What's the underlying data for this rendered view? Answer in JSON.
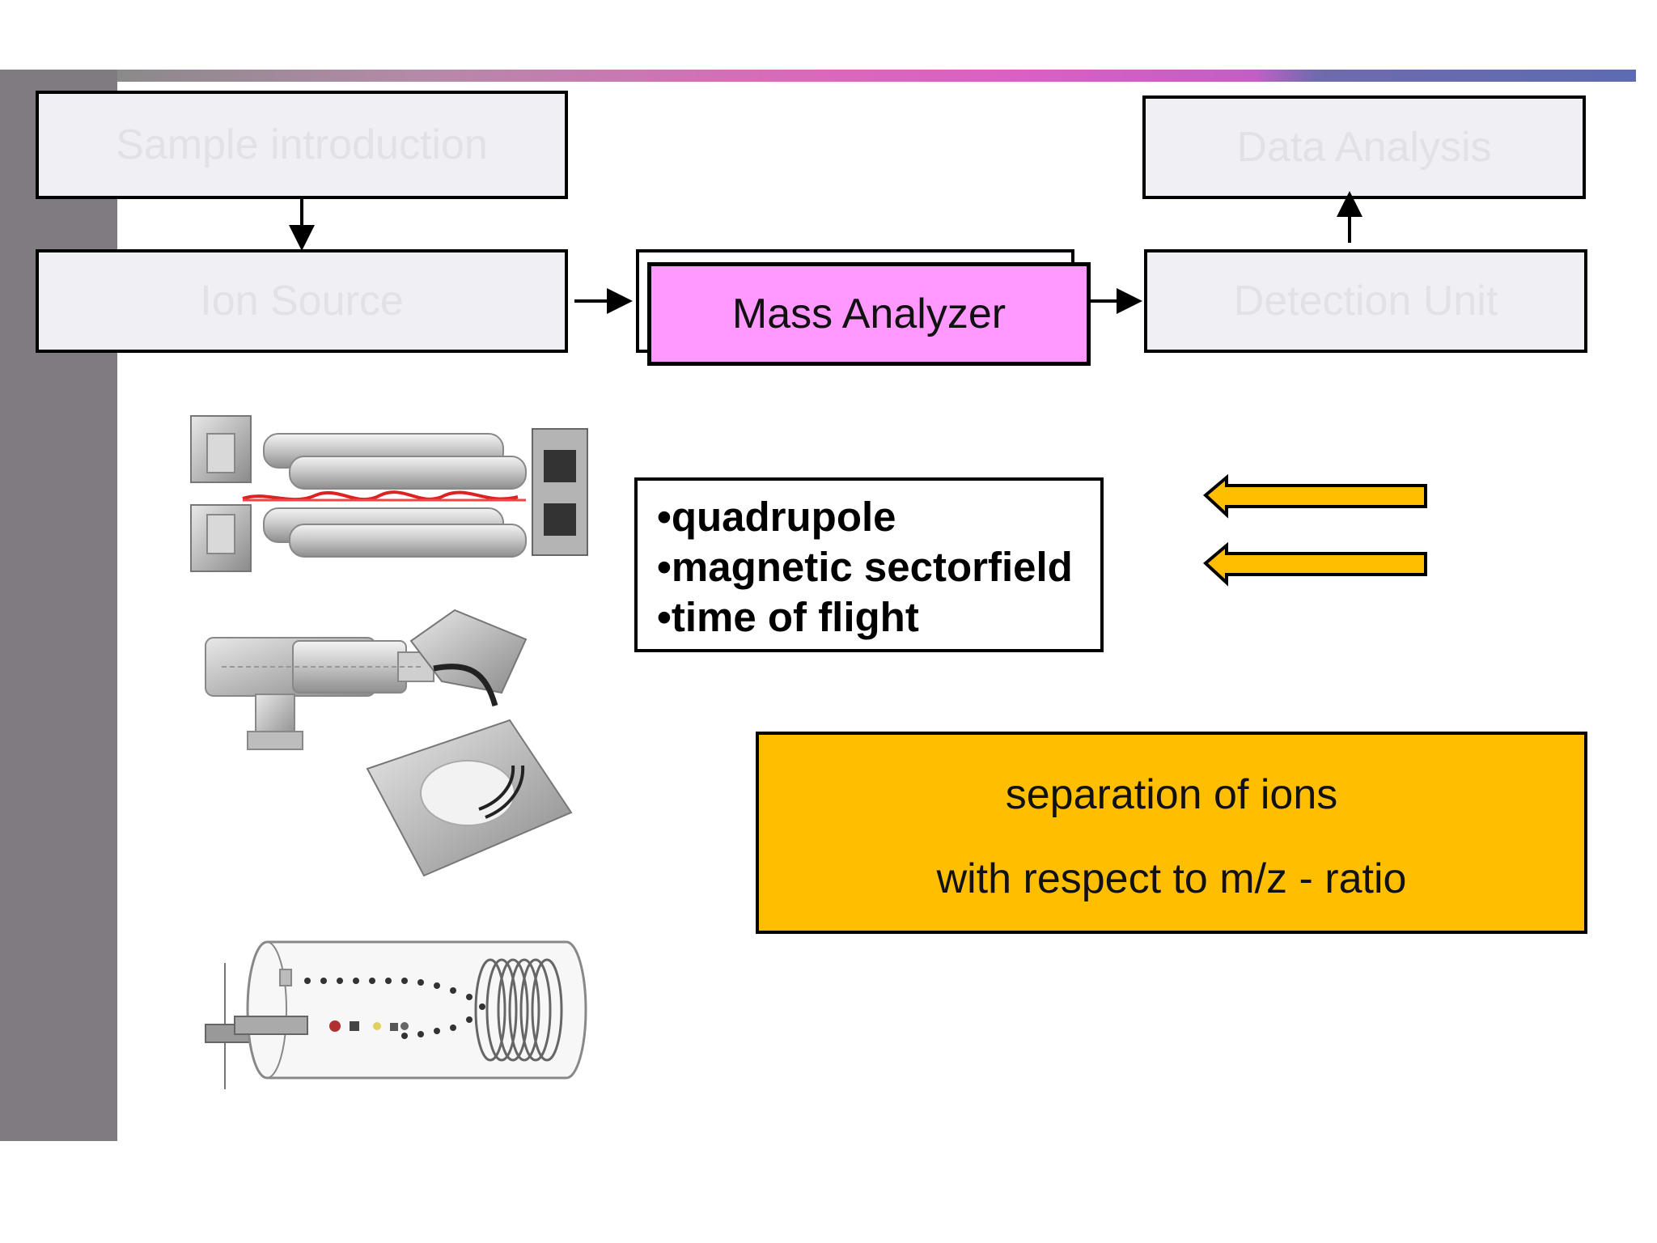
{
  "flow": {
    "sample_introduction": "Sample introduction",
    "ion_source": "Ion Source",
    "mass_analyzer": "Mass Analyzer",
    "detection_unit": "Detection Unit",
    "data_analysis": "Data Analysis"
  },
  "analyzer_types": [
    "quadrupole",
    "magnetic sectorfield",
    "time of flight"
  ],
  "description": {
    "line1": "separation of ions",
    "line2": "with respect to m/z - ratio"
  },
  "illustrations": [
    {
      "icon": "quadrupole-analyzer-icon"
    },
    {
      "icon": "magnetic-sector-analyzer-icon"
    },
    {
      "icon": "time-of-flight-analyzer-icon"
    }
  ],
  "colors": {
    "mass_analyzer_fill": "#ff99ff",
    "highlight_fill": "#ffbf00",
    "left_bar": "#7f7b80"
  }
}
